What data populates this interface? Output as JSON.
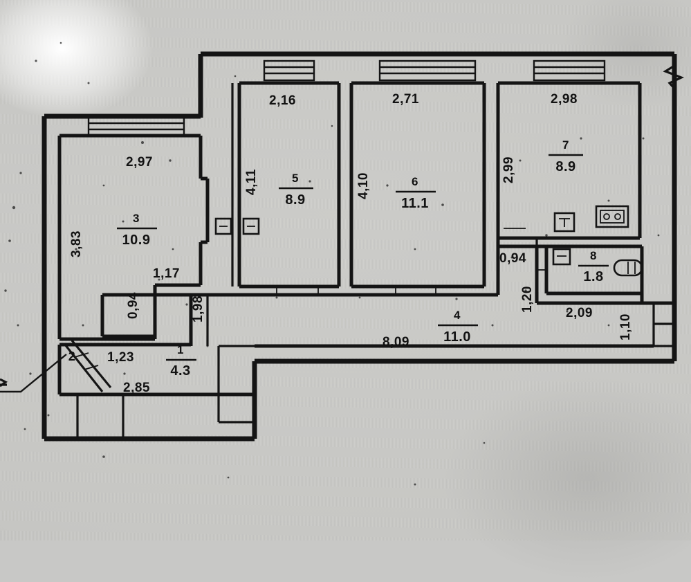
{
  "document": {
    "type": "architectural-floor-plan",
    "title": "Apartment floor plan (scanned technical drawing)",
    "units": "meters / square meters"
  },
  "rooms": [
    {
      "id": "room-1",
      "number": "1",
      "area": "4.3",
      "dims": [
        "1,23",
        "2,85",
        "0,94",
        "1,98",
        "1,17"
      ]
    },
    {
      "id": "room-2",
      "number": "2",
      "area": "",
      "dims": []
    },
    {
      "id": "room-3",
      "number": "3",
      "area": "10.9",
      "dims": [
        "2,97",
        "3,83"
      ]
    },
    {
      "id": "room-4",
      "number": "4",
      "area": "11.0",
      "dims": [
        "8,09"
      ]
    },
    {
      "id": "room-5",
      "number": "5",
      "area": "8.9",
      "dims": [
        "2,16",
        "4,11"
      ]
    },
    {
      "id": "room-6",
      "number": "6",
      "area": "11.1",
      "dims": [
        "2,71",
        "4,10"
      ]
    },
    {
      "id": "room-7",
      "number": "7",
      "area": "8.9",
      "dims": [
        "2,98",
        "2,99"
      ]
    },
    {
      "id": "room-8",
      "number": "8",
      "area": "1.8",
      "dims": [
        "0,94",
        "1,20",
        "2,09",
        "1,10"
      ]
    }
  ],
  "labels": {
    "d_297": "2,97",
    "d_383": "3,83",
    "d_216": "2,16",
    "d_411": "4,11",
    "d_271": "2,71",
    "d_410": "4,10",
    "d_298": "2,98",
    "d_299": "2,99",
    "d_117": "1,17",
    "d_094_left": "0,94",
    "d_198": "1,98",
    "d_123": "1,23",
    "d_285": "2,85",
    "d_809": "8,09",
    "d_094_right": "0,94",
    "d_120": "1,20",
    "d_209": "2,09",
    "d_110": "1,10",
    "n1": "1",
    "a1": "4.3",
    "n2": "2",
    "n3": "3",
    "a3": "10.9",
    "n4": "4",
    "a4": "11.0",
    "n5": "5",
    "a5": "8.9",
    "n6": "6",
    "a6": "11.1",
    "n7": "7",
    "a7": "8.9",
    "n8": "8",
    "a8": "1.8"
  },
  "fixtures": [
    {
      "name": "kitchen-sink",
      "room": "7"
    },
    {
      "name": "gas-stove",
      "room": "7"
    },
    {
      "name": "toilet",
      "room": "8"
    },
    {
      "name": "bathtub",
      "room": "8"
    },
    {
      "name": "entrance-door",
      "room": "2"
    }
  ],
  "features": {
    "windows": 4,
    "break_marks": 2,
    "door_openings": 6
  },
  "colors": {
    "paper": "#c9c9c6",
    "ink": "#141414"
  }
}
